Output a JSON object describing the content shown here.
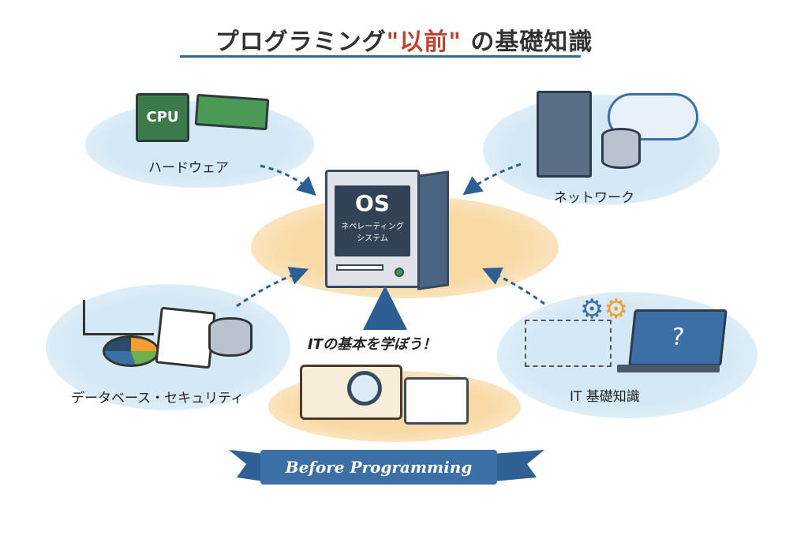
{
  "title": {
    "prefix": "プログラミング",
    "quote_open": "\"",
    "highlight": "以前",
    "quote_close": "\"",
    "suffix": " の基礎知識"
  },
  "center": {
    "os_label": "OS",
    "os_sub1": "ネペレーティング",
    "os_sub2": "システム"
  },
  "nodes": {
    "hardware": {
      "label": "ハードウェア",
      "chip": "CPU"
    },
    "network": {
      "label": "ネットワーク"
    },
    "database": {
      "label": "データベース・セキュリティ"
    },
    "it": {
      "label": "IT 基礎知識"
    }
  },
  "learn": {
    "label": "ITの基本を学ぼう！"
  },
  "banner": {
    "label": "Before Programming"
  },
  "colors": {
    "accent": "#2f6a9e",
    "highlight": "#c0432f",
    "blob_blue": "#d4e8f5",
    "blob_orange": "#f9d9a4"
  }
}
